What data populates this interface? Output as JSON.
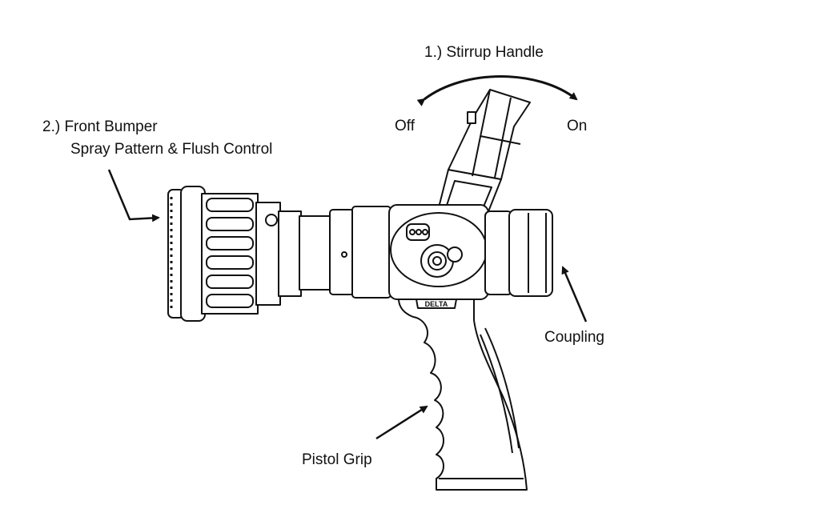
{
  "labels": {
    "stirrup_handle": "1.) Stirrup Handle",
    "off": "Off",
    "on": "On",
    "front_bumper_line1": "2.) Front Bumper",
    "front_bumper_line2": "Spray Pattern & Flush Control",
    "coupling": "Coupling",
    "pistol_grip": "Pistol Grip",
    "brand": "DELTA"
  },
  "colors": {
    "line": "#111111",
    "fill": "#ffffff"
  }
}
